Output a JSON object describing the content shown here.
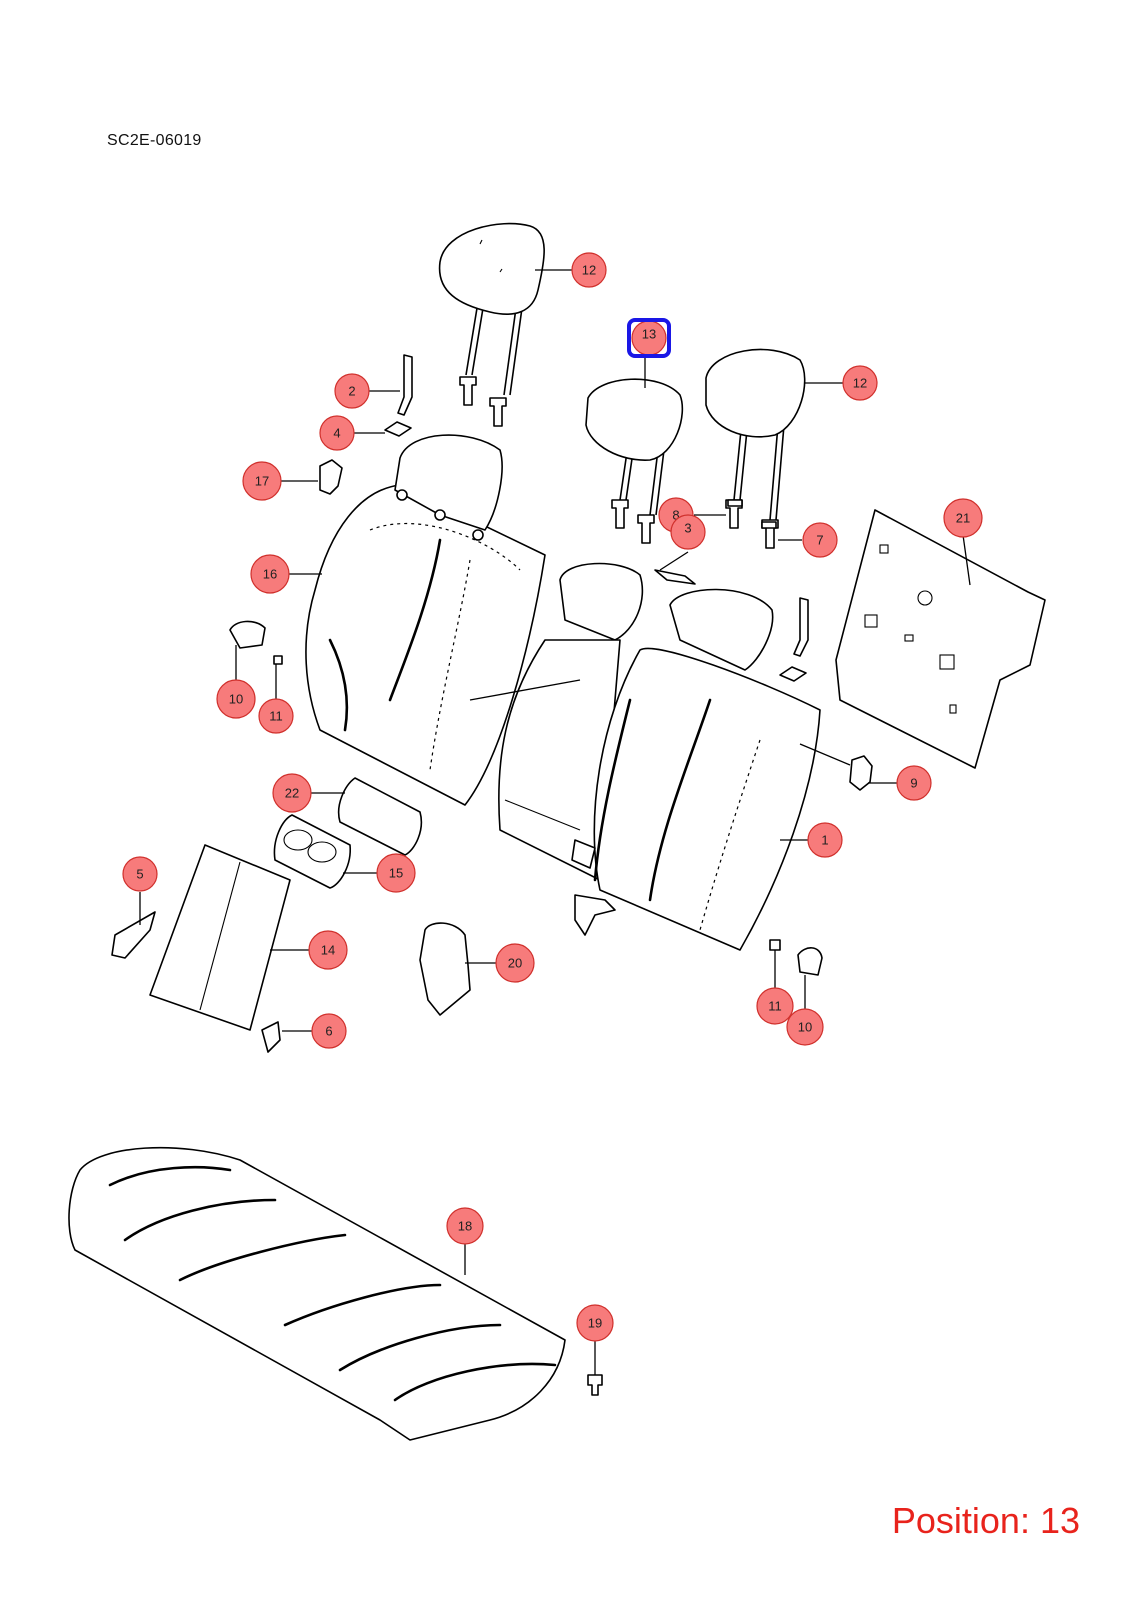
{
  "diagram_code": "SC2E-06019",
  "position_label": "Position: 13",
  "highlighted": "13",
  "colors": {
    "callout_fill": "#f77b7b",
    "highlight": "#1a17e6",
    "position_text": "#e8231c"
  },
  "callouts": [
    "12",
    "12",
    "13",
    "2",
    "4",
    "17",
    "16",
    "10",
    "11",
    "8",
    "3",
    "7",
    "21",
    "9",
    "1",
    "22",
    "15",
    "5",
    "14",
    "6",
    "20",
    "11",
    "10",
    "18",
    "19"
  ]
}
